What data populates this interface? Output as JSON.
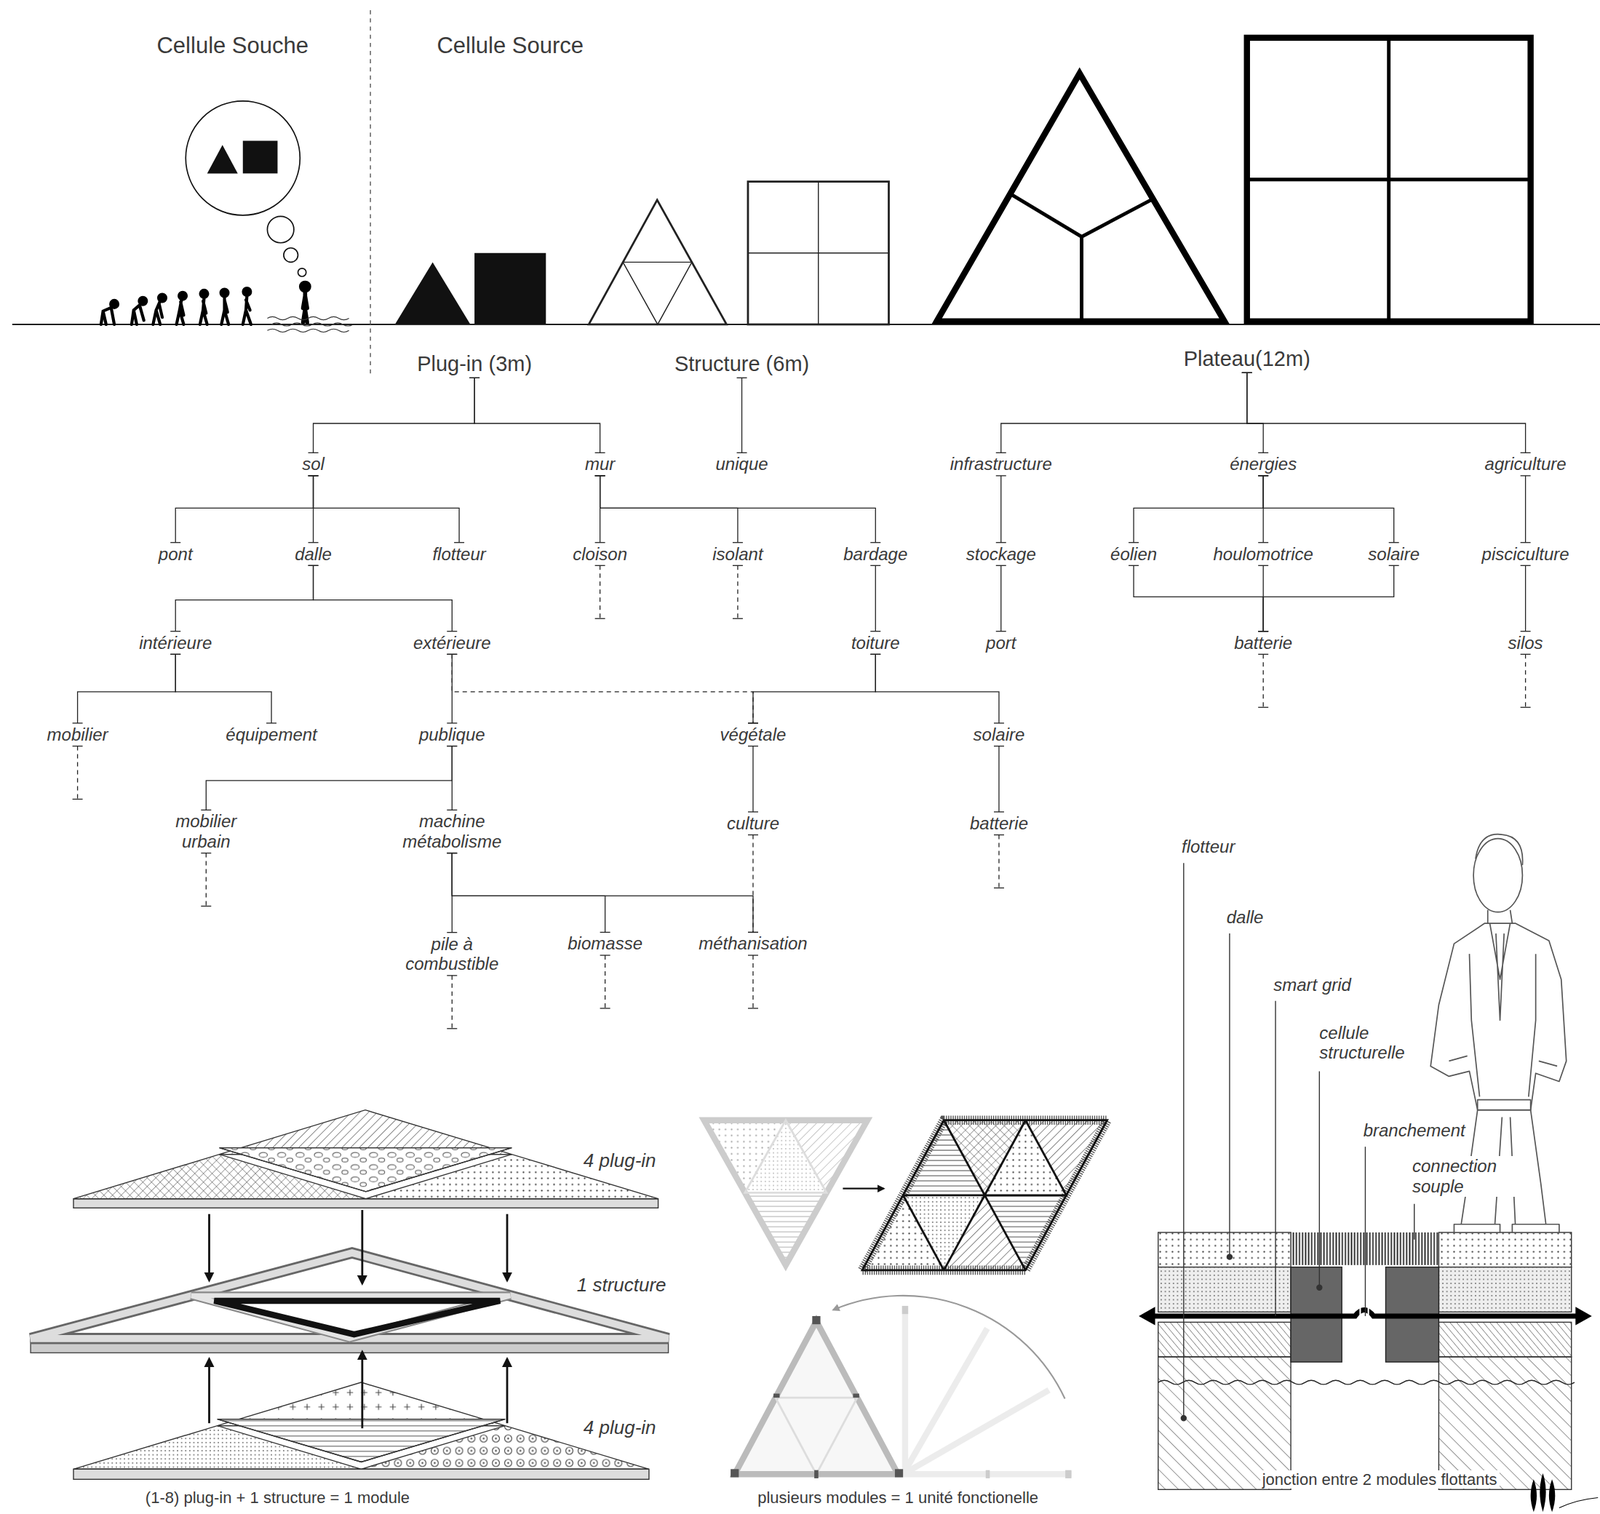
{
  "diagram": {
    "nodes": [
      {
        "text": [
          "Plug-in (3m)"
        ]
      },
      {
        "text": [
          "Structure (6m)"
        ]
      },
      {
        "text": [
          "Plateau(12m)"
        ]
      },
      {
        "text": [
          "sol"
        ]
      },
      {
        "text": [
          "mur"
        ]
      },
      {
        "text": [
          "unique"
        ]
      },
      {
        "text": [
          "infrastructure"
        ]
      },
      {
        "text": [
          "énergies"
        ]
      },
      {
        "text": [
          "agriculture"
        ]
      },
      {
        "text": [
          "pont"
        ]
      },
      {
        "text": [
          "dalle"
        ]
      },
      {
        "text": [
          "flotteur"
        ]
      },
      {
        "text": [
          "cloison"
        ]
      },
      {
        "text": [
          "isolant"
        ]
      },
      {
        "text": [
          "bardage"
        ]
      },
      {
        "text": [
          "stockage"
        ]
      },
      {
        "text": [
          "éolien"
        ]
      },
      {
        "text": [
          "houlomotrice"
        ]
      },
      {
        "text": [
          "solaire"
        ]
      },
      {
        "text": [
          "pisciculture"
        ]
      },
      {
        "text": [
          "intérieure"
        ]
      },
      {
        "text": [
          "extérieure"
        ]
      },
      {
        "text": [
          "toiture"
        ]
      },
      {
        "text": [
          "port"
        ]
      },
      {
        "text": [
          "batterie"
        ]
      },
      {
        "text": [
          "silos"
        ]
      },
      {
        "text": [
          "mobilier"
        ]
      },
      {
        "text": [
          "équipement"
        ]
      },
      {
        "text": [
          "publique"
        ]
      },
      {
        "text": [
          "végétale"
        ]
      },
      {
        "text": [
          "solaire"
        ]
      },
      {
        "text": [
          "mobilier urbain"
        ]
      },
      {
        "text": [
          "machine métabolisme"
        ]
      },
      {
        "text": [
          "culture"
        ]
      },
      {
        "text": [
          "batterie"
        ]
      },
      {
        "text": [
          "pile à combustible"
        ]
      },
      {
        "text": [
          "biomasse"
        ]
      },
      {
        "text": [
          "méthanisation"
        ]
      }
    ],
    "edges": [
      {
        "from": 0,
        "to": 3,
        "arrow": "none"
      },
      {
        "from": 0,
        "to": 4,
        "arrow": "none"
      },
      {
        "from": 1,
        "to": 5,
        "arrow": "none"
      },
      {
        "from": 2,
        "to": 6,
        "arrow": "none"
      },
      {
        "from": 2,
        "to": 7,
        "arrow": "none"
      },
      {
        "from": 2,
        "to": 8,
        "arrow": "none"
      },
      {
        "from": 3,
        "to": 9,
        "arrow": "none"
      },
      {
        "from": 3,
        "to": 10,
        "arrow": "none"
      },
      {
        "from": 3,
        "to": 11,
        "arrow": "none"
      },
      {
        "from": 4,
        "to": 12,
        "arrow": "none"
      },
      {
        "from": 4,
        "to": 13,
        "arrow": "none"
      },
      {
        "from": 4,
        "to": 14,
        "arrow": "none"
      },
      {
        "from": 6,
        "to": 15,
        "arrow": "none"
      },
      {
        "from": 7,
        "to": 16,
        "arrow": "none"
      },
      {
        "from": 7,
        "to": 17,
        "arrow": "none"
      },
      {
        "from": 7,
        "to": 18,
        "arrow": "none"
      },
      {
        "from": 8,
        "to": 19,
        "arrow": "none"
      },
      {
        "from": 10,
        "to": 20,
        "arrow": "none"
      },
      {
        "from": 10,
        "to": 21,
        "arrow": "none"
      },
      {
        "from": 14,
        "to": 22,
        "arrow": "none"
      },
      {
        "from": 15,
        "to": 23,
        "arrow": "none"
      },
      {
        "from": 16,
        "to": 24,
        "arrow": "none"
      },
      {
        "from": 17,
        "to": 24,
        "arrow": "none"
      },
      {
        "from": 18,
        "to": 24,
        "arrow": "none"
      },
      {
        "from": 19,
        "to": 25,
        "arrow": "none"
      },
      {
        "from": 20,
        "to": 26,
        "arrow": "none"
      },
      {
        "from": 20,
        "to": 27,
        "arrow": "none"
      },
      {
        "from": 21,
        "to": 28,
        "arrow": "none"
      },
      {
        "from": 21,
        "to": 29,
        "arrow": "none"
      },
      {
        "from": 22,
        "to": 29,
        "arrow": "none"
      },
      {
        "from": 22,
        "to": 30,
        "arrow": "none"
      },
      {
        "from": 28,
        "to": 31,
        "arrow": "none"
      },
      {
        "from": 28,
        "to": 32,
        "arrow": "none"
      },
      {
        "from": 29,
        "to": 33,
        "arrow": "none"
      },
      {
        "from": 30,
        "to": 34,
        "arrow": "none"
      },
      {
        "from": 32,
        "to": 35,
        "arrow": "none"
      },
      {
        "from": 32,
        "to": 36,
        "arrow": "none"
      },
      {
        "from": 32,
        "to": 37,
        "arrow": "none"
      },
      {
        "from": 33,
        "to": 37,
        "arrow": "none"
      }
    ],
    "labels": [
      "Cellule Souche",
      "Cellule Source",
      "4 plug-in",
      "1 structure",
      "4 plug-in",
      "(1-8) plug-in + 1 structure = 1 module",
      "plusieurs modules = 1 unité fonctionelle",
      "flotteur",
      "dalle",
      "smart grid",
      "cellule structurelle",
      "branchement",
      "connection souple",
      "jonction entre 2 modules flottants"
    ]
  }
}
